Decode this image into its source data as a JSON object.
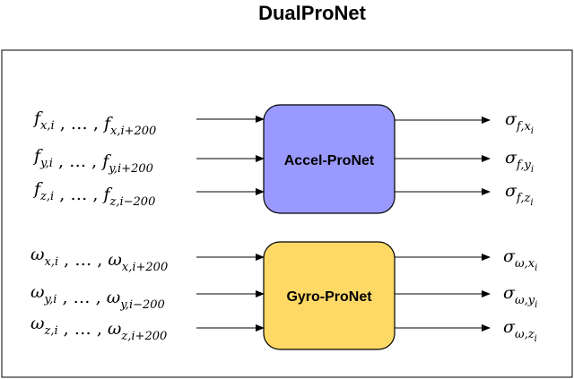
{
  "title": "DualProNet",
  "blocks": {
    "accel": {
      "label": "Accel-ProNet",
      "fill": "#9999FF"
    },
    "gyro": {
      "label": "Gyro-ProNet",
      "fill": "#FFD966"
    }
  },
  "accel_inputs": [
    {
      "sym": "f",
      "axis": "x",
      "end": "i+200"
    },
    {
      "sym": "f",
      "axis": "y",
      "end": "i+200"
    },
    {
      "sym": "f",
      "axis": "z",
      "end": "i−200"
    }
  ],
  "accel_outputs": [
    {
      "sub": "f,",
      "axis": "x",
      "idx": "i"
    },
    {
      "sub": "f,",
      "axis": "y",
      "idx": "i"
    },
    {
      "sub": "f,",
      "axis": "z",
      "idx": "i"
    }
  ],
  "gyro_inputs": [
    {
      "sym": "ω",
      "axis": "x",
      "end": "i+200"
    },
    {
      "sym": "ω",
      "axis": "y",
      "end": "i−200"
    },
    {
      "sym": "ω",
      "axis": "z",
      "end": "i+200"
    }
  ],
  "gyro_outputs": [
    {
      "sub": "ω,",
      "axis": "x",
      "idx": "i"
    },
    {
      "sub": "ω,",
      "axis": "y",
      "idx": "i"
    },
    {
      "sub": "ω,",
      "axis": "z",
      "idx": "i"
    }
  ],
  "symbols": {
    "ellipsis": "…",
    "sigma": "σ",
    "comma": ",",
    "i": "i"
  }
}
